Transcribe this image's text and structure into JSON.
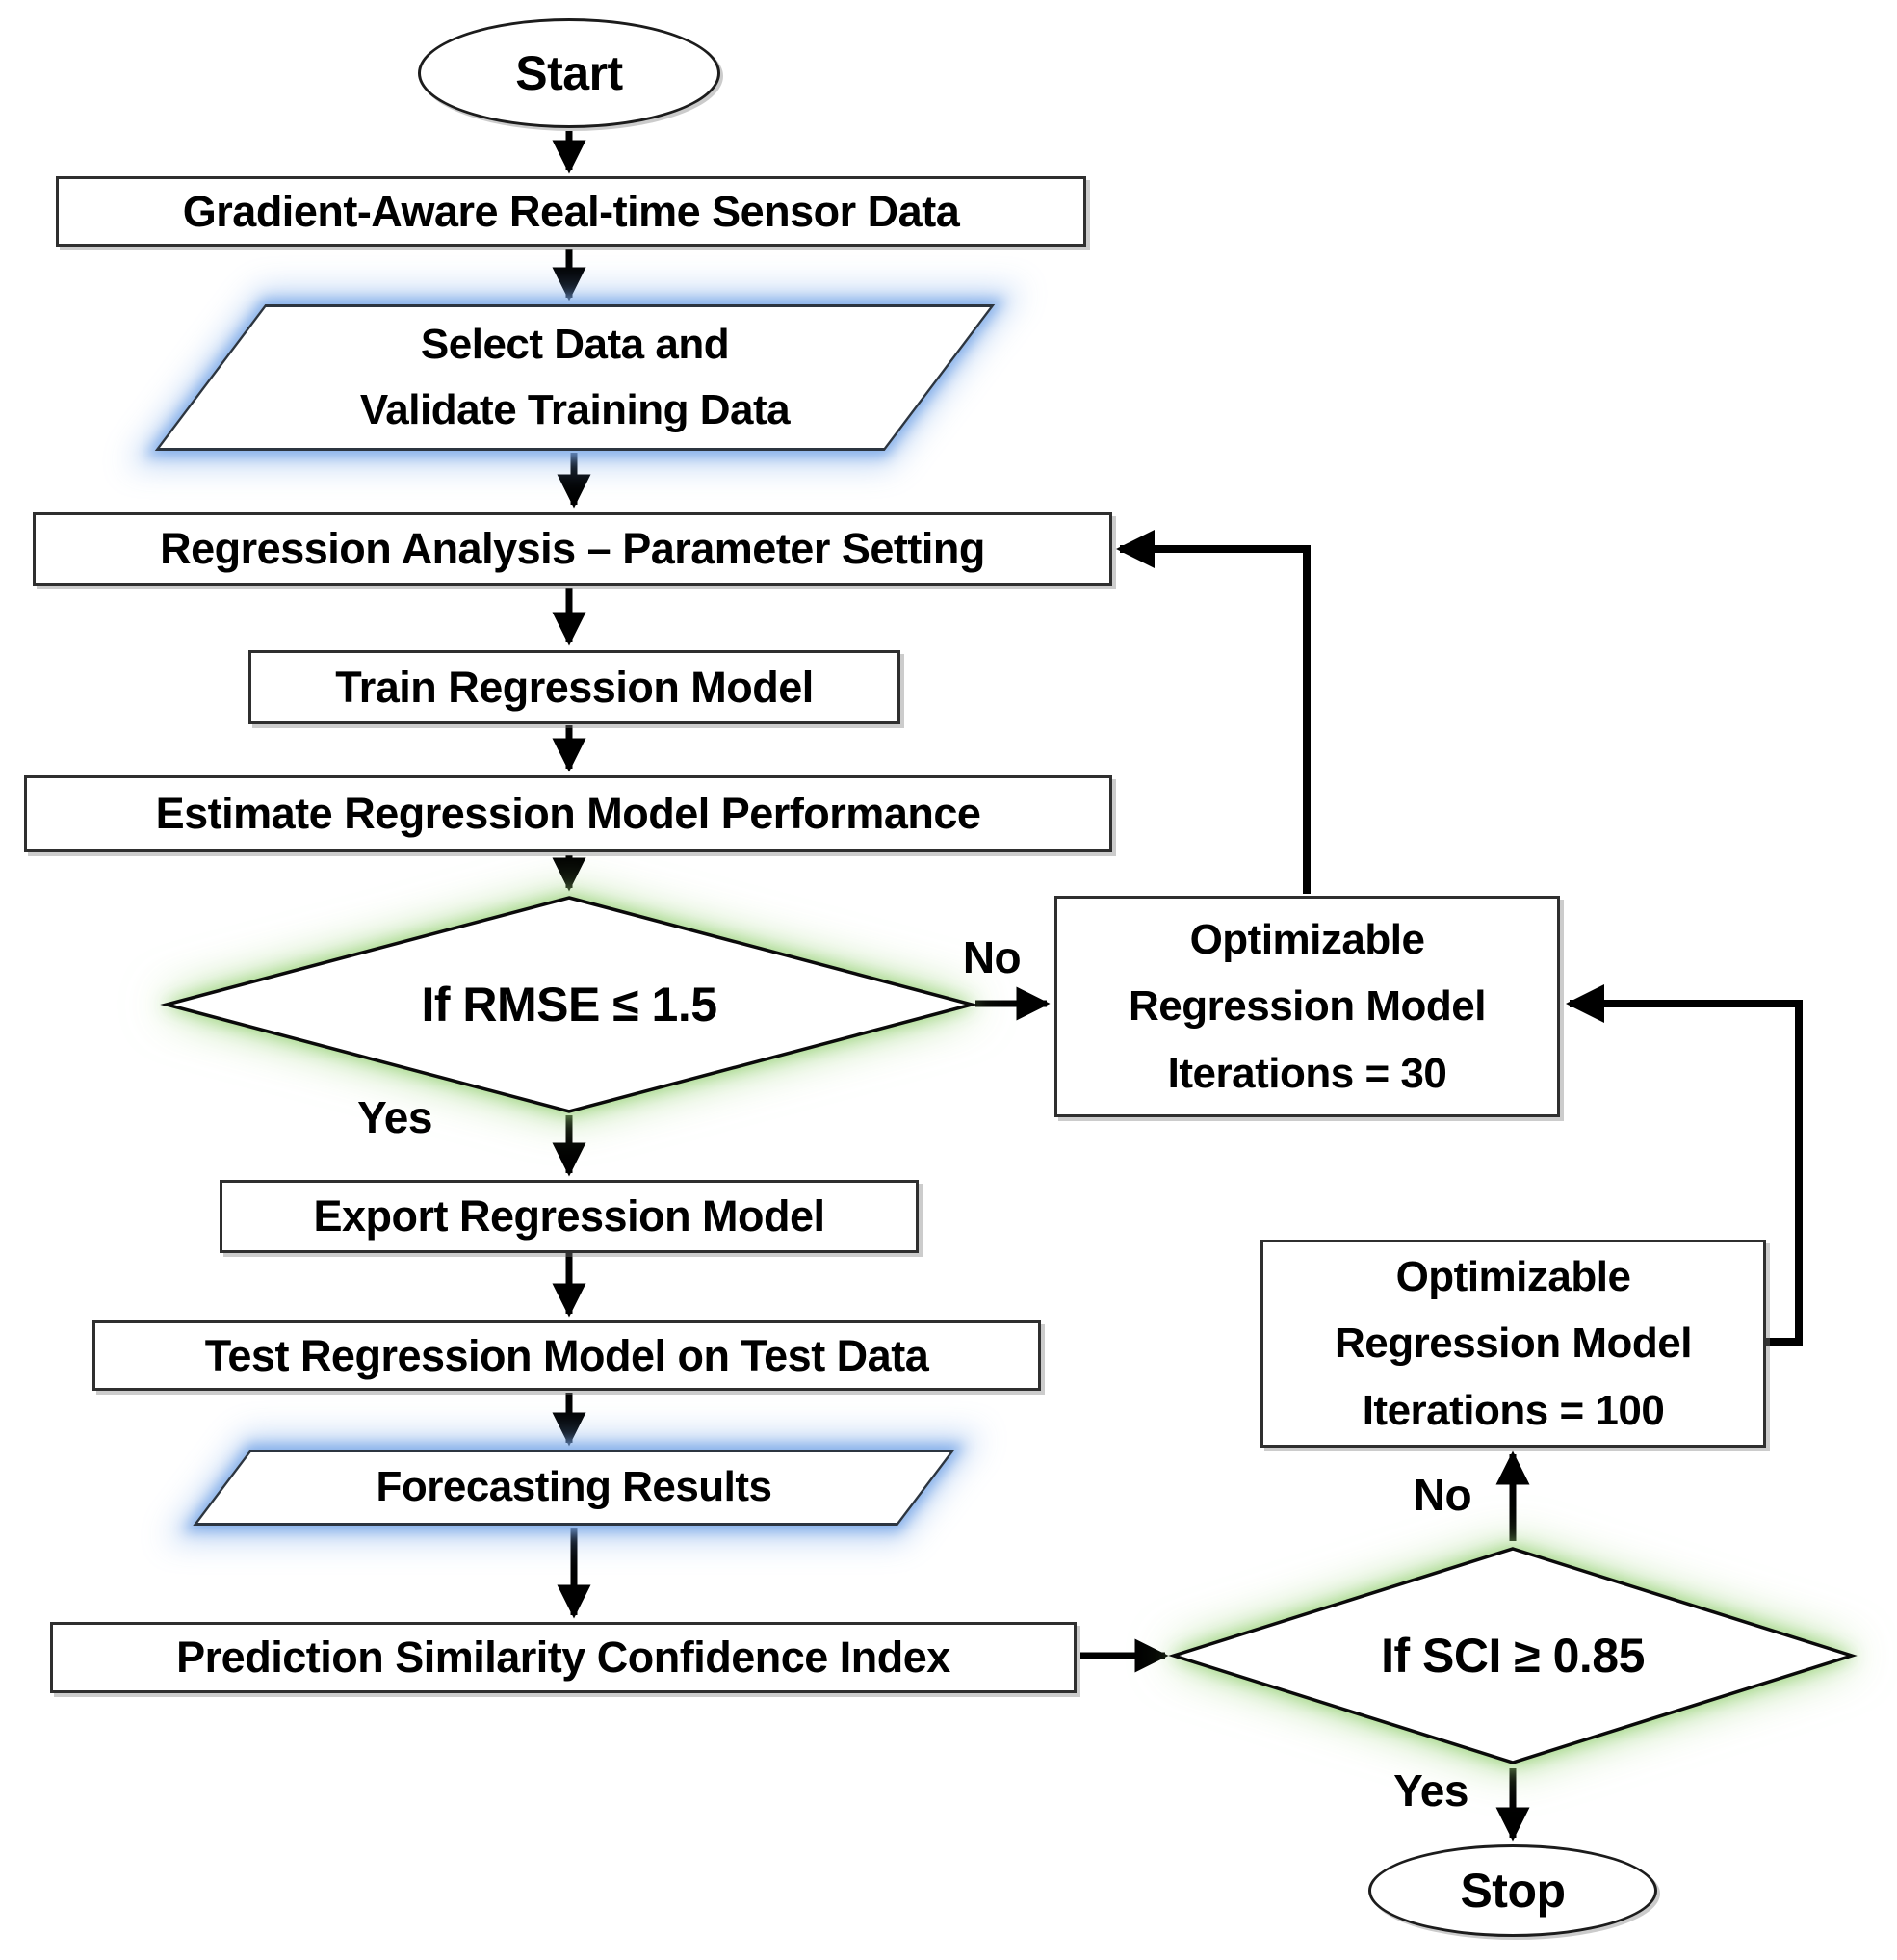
{
  "diagram": {
    "type": "flowchart",
    "nodes": {
      "start": {
        "label": "Start",
        "shape": "terminator"
      },
      "sensor_data": {
        "label": "Gradient-Aware Real-time Sensor Data",
        "shape": "process"
      },
      "select_validate": {
        "line1": "Select Data and",
        "line2": "Validate Training Data",
        "shape": "data-parallelogram",
        "glow": "blue"
      },
      "regression_analysis": {
        "label": "Regression Analysis – Parameter Setting",
        "shape": "process"
      },
      "train_model": {
        "label": "Train Regression Model",
        "shape": "process"
      },
      "estimate_performance": {
        "label": "Estimate Regression Model Performance",
        "shape": "process"
      },
      "rmse_decision": {
        "label": "If RMSE ≤ 1.5",
        "shape": "decision",
        "glow": "green"
      },
      "optimizable_30": {
        "line1": "Optimizable",
        "line2": "Regression Model",
        "line3": "Iterations = 30",
        "shape": "process"
      },
      "export_model": {
        "label": "Export Regression Model",
        "shape": "process"
      },
      "test_model": {
        "label": "Test Regression Model on Test Data",
        "shape": "process"
      },
      "forecasting_results": {
        "label": "Forecasting Results",
        "shape": "data-parallelogram",
        "glow": "blue"
      },
      "confidence_index": {
        "label": "Prediction Similarity Confidence Index",
        "shape": "process"
      },
      "sci_decision": {
        "label": "If SCI ≥ 0.85",
        "shape": "decision",
        "glow": "green"
      },
      "optimizable_100": {
        "line1": "Optimizable",
        "line2": "Regression Model",
        "line3": "Iterations = 100",
        "shape": "process"
      },
      "stop": {
        "label": "Stop",
        "shape": "terminator"
      }
    },
    "edge_labels": {
      "rmse_yes": "Yes",
      "rmse_no": "No",
      "sci_yes": "Yes",
      "sci_no": "No"
    },
    "edges": [
      {
        "from": "start",
        "to": "sensor_data"
      },
      {
        "from": "sensor_data",
        "to": "select_validate"
      },
      {
        "from": "select_validate",
        "to": "regression_analysis"
      },
      {
        "from": "regression_analysis",
        "to": "train_model"
      },
      {
        "from": "train_model",
        "to": "estimate_performance"
      },
      {
        "from": "estimate_performance",
        "to": "rmse_decision"
      },
      {
        "from": "rmse_decision",
        "to": "export_model",
        "label": "Yes"
      },
      {
        "from": "rmse_decision",
        "to": "optimizable_30",
        "label": "No"
      },
      {
        "from": "optimizable_30",
        "to": "regression_analysis"
      },
      {
        "from": "export_model",
        "to": "test_model"
      },
      {
        "from": "test_model",
        "to": "forecasting_results"
      },
      {
        "from": "forecasting_results",
        "to": "confidence_index"
      },
      {
        "from": "confidence_index",
        "to": "sci_decision"
      },
      {
        "from": "sci_decision",
        "to": "stop",
        "label": "Yes"
      },
      {
        "from": "sci_decision",
        "to": "optimizable_100",
        "label": "No"
      },
      {
        "from": "optimizable_100",
        "to": "optimizable_30"
      }
    ],
    "colors": {
      "background": "#ffffff",
      "shape_fill": "#ffffff",
      "shape_border": "#2f2f2f",
      "line_black": "#000000",
      "glow_green": "#9ad37a",
      "glow_blue": "#7aa8e8",
      "text": "#000000"
    }
  }
}
